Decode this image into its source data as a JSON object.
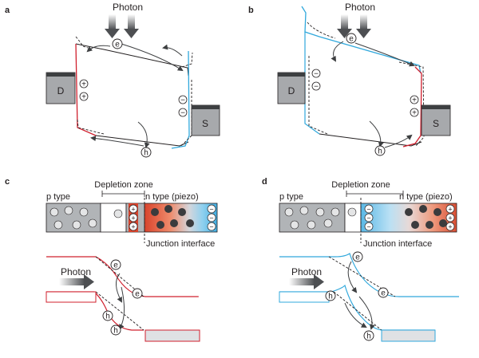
{
  "panels": {
    "a": {
      "letter": "a",
      "photon_label": "Photon",
      "electron": "e",
      "hole": "h",
      "drain_label": "D",
      "source_label": "S",
      "plus": "+",
      "minus": "−"
    },
    "b": {
      "letter": "b",
      "photon_label": "Photon",
      "electron": "e",
      "hole": "h",
      "drain_label": "D",
      "source_label": "S",
      "plus": "+",
      "minus": "−"
    },
    "c": {
      "letter": "c",
      "depletion_zone": "Depletion zone",
      "p_type": "p type",
      "n_type": "n type (piezo)",
      "junction_interface": "Junction interface",
      "photon_label": "Photon",
      "electron": "e",
      "hole": "h",
      "plus": "+",
      "minus": "−"
    },
    "d": {
      "letter": "d",
      "depletion_zone": "Depletion zone",
      "p_type": "p type",
      "n_type": "n type (piezo)",
      "junction_interface": "Junction interface",
      "photon_label": "Photon",
      "electron": "e",
      "hole": "h",
      "plus": "+",
      "minus": "−"
    }
  },
  "colors": {
    "red_band": "#d0202e",
    "blue_band": "#30a8dc",
    "electrode_fill": "#a7a9ac",
    "electrode_top": "#3d3f41",
    "p_region": "#b1b4b7",
    "dark_dot": "#3b3b3d",
    "text": "#231f20"
  }
}
